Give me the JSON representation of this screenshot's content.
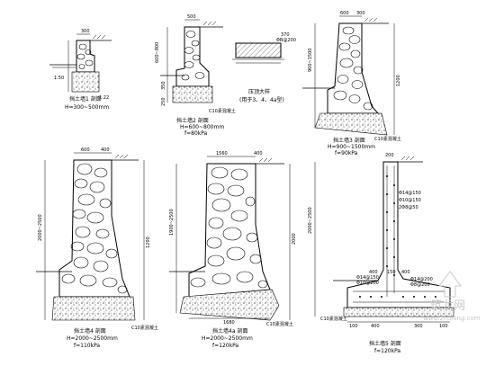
{
  "sections": {
    "s1": {
      "label": "挡土墙1 剖面",
      "height_range": "H=300~500mm",
      "dims": {
        "top": "300",
        "mark1": "1.50",
        "mark2": "1.22"
      }
    },
    "s2": {
      "label": "挡土墙2 剖面",
      "height_range": "H=600~800mm",
      "pressure": "f=80kPa",
      "dims": {
        "top": "500",
        "h1": "600~800",
        "h2": "350",
        "h3": "250",
        "mark": "C10素混凝土"
      }
    },
    "detail": {
      "label": "压顶大样",
      "note": "(用于3、4、4a型)",
      "dims": {
        "thick": "370",
        "rebar": "ΦB@200"
      }
    },
    "s3": {
      "label": "挡土墙3 剖面",
      "height_range": "H=900~1500mm",
      "pressure": "f=90kPa",
      "dims": {
        "top1": "600",
        "top2": "300",
        "h1": "900~1500",
        "h2": "1200",
        "mark": "C10素混凝土"
      }
    },
    "s4": {
      "label": "挡土墙4 剖面",
      "height_range": "H=2000~2500mm",
      "pressure": "f=110kPa",
      "dims": {
        "top1": "600",
        "top2": "400",
        "h1": "2000~2500",
        "h2": "1200",
        "mark": "C10素混凝土"
      }
    },
    "s4a": {
      "label": "挡土墙4a 剖面",
      "height_range": "H=2000~2500mm",
      "pressure": "f=120kPa",
      "dims": {
        "top1": "1560",
        "top2": "400",
        "h1": "1900~2500",
        "h2": "2000",
        "base": "1680",
        "mark": "C10素混凝土"
      }
    },
    "s5": {
      "label": "挡土墙5 剖面",
      "pressure": "f=120kPa",
      "rebar": [
        "Φ14@150",
        "Φ10@150",
        "2Φ8@50",
        "Φ14@150",
        "Φ10@200",
        "Φ14@200",
        "Φ8@200"
      ],
      "dims": {
        "top": "200",
        "left": "400",
        "mid": "150",
        "base": "400",
        "bottom": [
          "100",
          "400",
          "300",
          "100"
        ],
        "h": "2000~2500",
        "mark": "C10素混凝土"
      }
    }
  },
  "watermark": {
    "main": "筑龙网",
    "sub": "www.zhulong.com"
  }
}
